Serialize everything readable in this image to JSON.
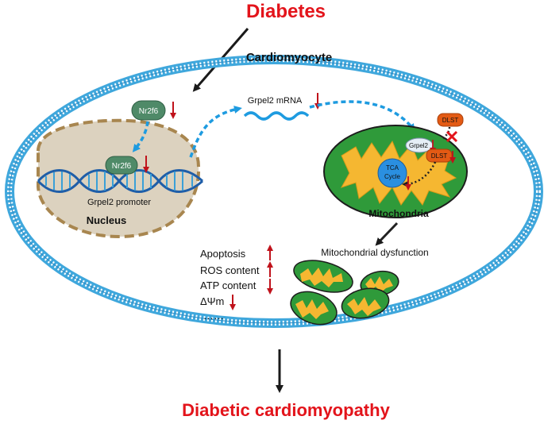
{
  "title": "Diabetes",
  "outcome": "Diabetic cardiomyopathy",
  "cell_label": "Cardiomyocyte",
  "nucleus": {
    "label": "Nucleus",
    "promoter_label": "Grpel2 promoter",
    "nr2f6_in_nucleus": "Nr2f6"
  },
  "nr2f6_cytoplasm": "Nr2f6",
  "mrna_label": "Grpel2 mRNA",
  "mitochondria": {
    "label": "Mitochondria",
    "dlst_outer": "DLST",
    "dlst_inner": "DLST",
    "grpel2": "Grpel2",
    "tca_line1": "TCA",
    "tca_line2": "Cycle"
  },
  "dysfunction_label": "Mitochondrial dysfunction",
  "effects": [
    {
      "label": "Apoptosis",
      "direction": "up"
    },
    {
      "label": "ROS content",
      "direction": "up"
    },
    {
      "label": "ATP content",
      "direction": "down"
    },
    {
      "label": "ΔΨm",
      "direction": "down"
    }
  ],
  "effects_more": "……",
  "colors": {
    "title_red": "#e3141b",
    "arrow_red": "#c0121b",
    "membrane_blue": "#3fa7dc",
    "mito_green": "#2f9a3a",
    "mito_inner": "#f5b731",
    "nucleus_fill": "#dcd2bf",
    "nucleus_border": "#a8864f",
    "nr2f6_green": "#4f8a68",
    "dlst_orange": "#e35a14",
    "tca_blue": "#2a8fe0"
  }
}
